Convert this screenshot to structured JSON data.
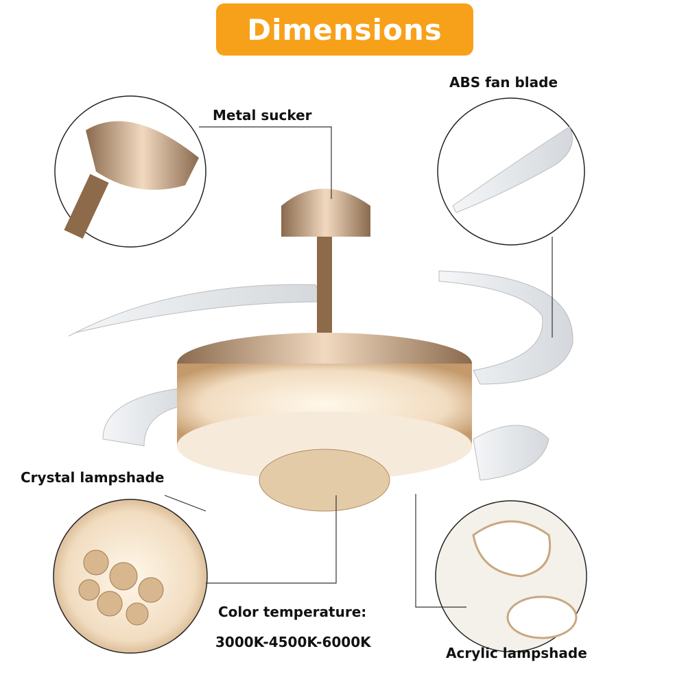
{
  "header": {
    "title": "Dimensions"
  },
  "labels": {
    "metal_sucker": "Metal sucker",
    "abs_fan_blade": "ABS fan blade",
    "crystal_lampshade": "Crystal lampshade",
    "color_temperature": "Color temperature:",
    "color_temperature_range": "3000K-4500K-6000K",
    "acrylic_lampshade": "Acrylic lampshade"
  },
  "colors": {
    "accent": "#F7A11A",
    "gold": "#C9A27A",
    "line": "#333333"
  }
}
